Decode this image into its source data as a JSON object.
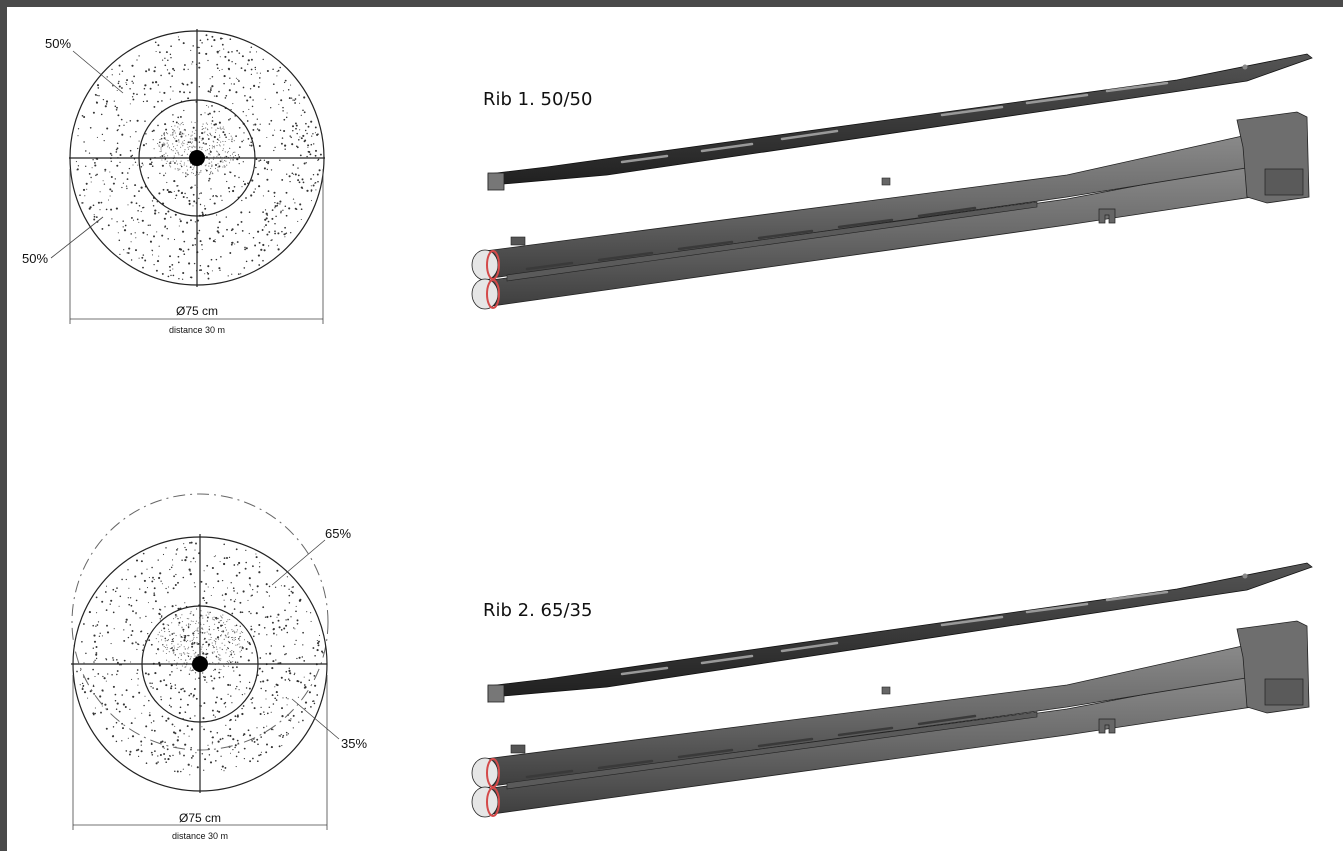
{
  "colors": {
    "background": "#ffffff",
    "border": "#4a4a4a",
    "rib": "#2e2e2e",
    "barrel": "#6b6b6b",
    "muzzle_ring": "#d44a4a"
  },
  "panels": [
    {
      "rib_label": "Rib 1. 50/50",
      "upper_percent": "50%",
      "lower_percent": "50%",
      "diameter": "Ø75 cm",
      "distance": "distance 30 m"
    },
    {
      "rib_label": "Rib 2. 65/35",
      "upper_percent": "65%",
      "lower_percent": "35%",
      "diameter": "Ø75 cm",
      "distance": "distance 30 m"
    }
  ]
}
